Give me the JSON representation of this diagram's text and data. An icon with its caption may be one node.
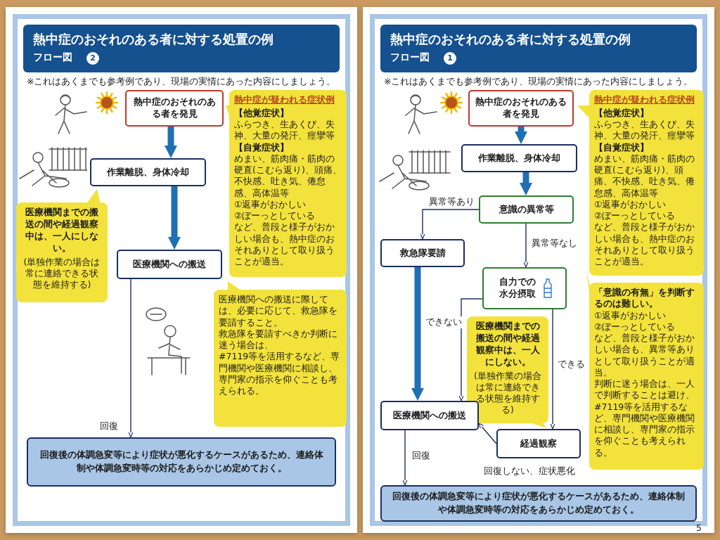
{
  "diagram": {
    "nodes": [
      {
        "text": [
          "熱中症のおそれのある者を発見"
        ]
      },
      {
        "text": [
          "熱中症が疑われる症状例",
          "【他覚症状】",
          "ふらつき、生あくび、失神、大量の発汗、痙攣等",
          "【自覚症状】",
          "めまい、筋肉痛・筋肉の硬直(こむら返り)、頭痛、不快感、吐き気、倦怠感、高体温等",
          "①返事がおかしい",
          "②ぼーっとしている",
          "など、普段と様子がおかしい場合も、熱中症のおそれありとして取り扱うことが適当。"
        ]
      },
      {
        "text": [
          "作業離脱、身体冷却"
        ]
      },
      {
        "text": [
          "医療機関までの搬送の間や経過観察中は、一人にしない。",
          "(単独作業の場合は常に連絡できる状態を維持する)"
        ]
      },
      {
        "text": [
          "医療機関への搬送"
        ]
      },
      {
        "text": [
          "医療機関への搬送に際しては、必要に応じて、救急隊を要請すること。",
          "救急隊を要請すべきか判断に迷う場合は、",
          "#7119等を活用するなど、専門機関や医療機関に相談し、専門家の指示を仰ぐことも考えられる。"
        ]
      },
      {
        "text": [
          "回復後の体調急変等により症状が悪化するケースがあるため、連絡体制や体調急変時等の対応をあらかじめ定めておく。"
        ]
      },
      {
        "text": [
          "熱中症のおそれのある者を発見"
        ]
      },
      {
        "text": [
          "熱中症が疑われる症状例",
          "【他覚症状】",
          "ふらつき、生あくび、失神、大量の発汗、痙攣等",
          "【自覚症状】",
          "めまい、筋肉痛・筋肉の硬直(こむら返り)、頭痛、不快感、吐き気、倦怠感、高体温等",
          "①返事がおかしい",
          "②ぼーっとしている",
          "など、普段と様子がおかしい場合も、熱中症のおそれありとして取り扱うことが適当。"
        ]
      },
      {
        "text": [
          "作業離脱、身体冷却"
        ]
      },
      {
        "text": [
          "救急隊要請"
        ]
      },
      {
        "text": [
          "意識の異常等"
        ]
      },
      {
        "text": [
          "「意識の有無」を判断するのは難しい。",
          "①返事がおかしい",
          "②ぼーっとしている",
          "など、普段と様子がおかしい場合も、異常等ありとして取り扱うことが適当。",
          "判断に迷う場合は、一人で判断することは避け、#7119等を活用するなど、専門機関や医療機関に相談し、専門家の指示を仰ぐことも考えられる。"
        ]
      },
      {
        "text": [
          "自力での水分摂取"
        ]
      },
      {
        "text": [
          "医療機関までの搬送の間や経過観察中は、一人にしない。",
          "(単独作業の場合は常に連絡できる状態を維持する)"
        ]
      },
      {
        "text": [
          "医療機関への搬送"
        ]
      },
      {
        "text": [
          "経過観察"
        ]
      },
      {
        "text": [
          "回復後の体調急変等により症状が悪化するケースがあるため、連絡体制や体調急変時等の対応をあらかじめ定めておく。"
        ]
      }
    ],
    "edges": [
      {
        "from": 0,
        "to": 2,
        "arrow": "to",
        "style": "thick",
        "color": "#1f6fb5"
      },
      {
        "from": 2,
        "to": 4,
        "arrow": "to",
        "style": "thick",
        "color": "#1f6fb5"
      },
      {
        "from": 4,
        "to": 6,
        "arrow": "to",
        "label": "回復"
      },
      {
        "from": 7,
        "to": 9,
        "arrow": "to",
        "style": "thick",
        "color": "#1f6fb5"
      },
      {
        "from": 9,
        "to": 11,
        "arrow": "to",
        "style": "thick",
        "color": "#1f6fb5"
      },
      {
        "from": 11,
        "to": 10,
        "arrow": "to",
        "label": "異常等あり"
      },
      {
        "from": 11,
        "to": 13,
        "arrow": "to",
        "label": "異常等なし"
      },
      {
        "from": 10,
        "to": 15,
        "arrow": "to",
        "style": "thick",
        "color": "#1f6fb5"
      },
      {
        "from": 13,
        "to": 15,
        "arrow": "to",
        "label": "できない"
      },
      {
        "from": 13,
        "to": 16,
        "arrow": "to",
        "label": "できる"
      },
      {
        "from": 16,
        "to": 15,
        "arrow": "to",
        "label": "回復しない、症状悪化"
      },
      {
        "from": 15,
        "to": 17,
        "arrow": "to",
        "label": "回復"
      }
    ],
    "labels": [
      "熱中症のおそれのある者に対する処置の例",
      "フロー図",
      "2",
      "※これはあくまでも参考例であり、現場の実情にあった内容にしましょう。",
      "熱中症のおそれのある者に対する処置の例",
      "フロー図",
      "1",
      "※これはあくまでも参考例であり、現場の実情にあった内容にしましょう。",
      "5"
    ]
  }
}
